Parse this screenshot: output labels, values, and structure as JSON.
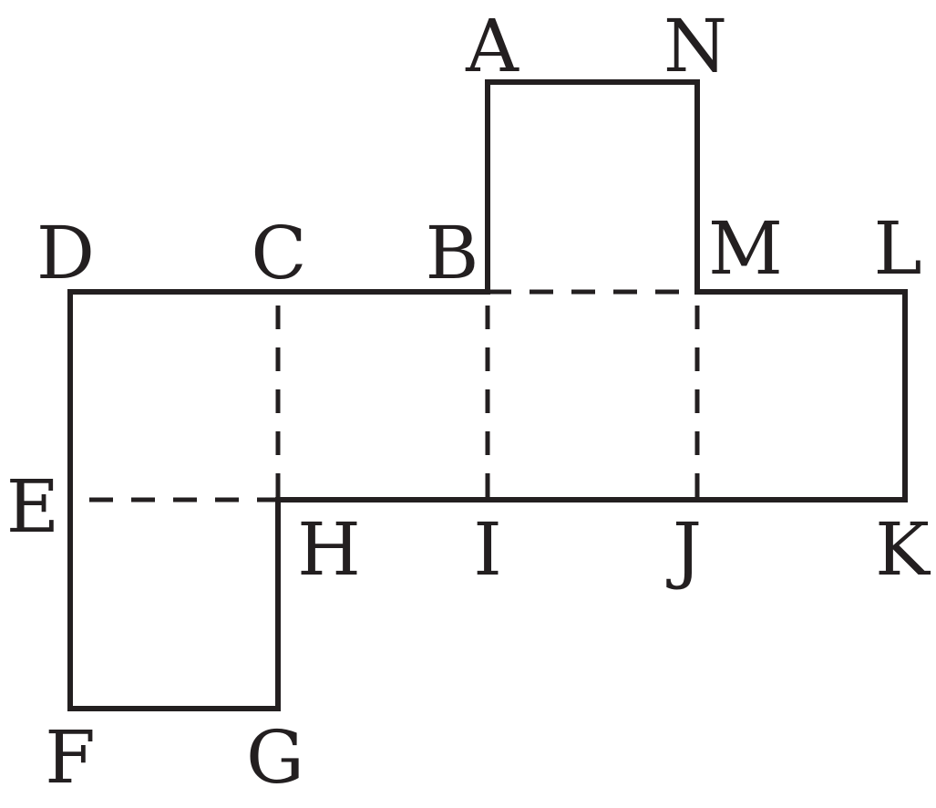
{
  "diagram": {
    "vertices": {
      "A": "A",
      "N": "N",
      "D": "D",
      "C": "C",
      "B": "B",
      "M": "M",
      "L": "L",
      "E": "E",
      "H": "H",
      "I": "I",
      "J": "J",
      "K": "K",
      "F": "F",
      "G": "G"
    },
    "line_color": "#231f20"
  }
}
